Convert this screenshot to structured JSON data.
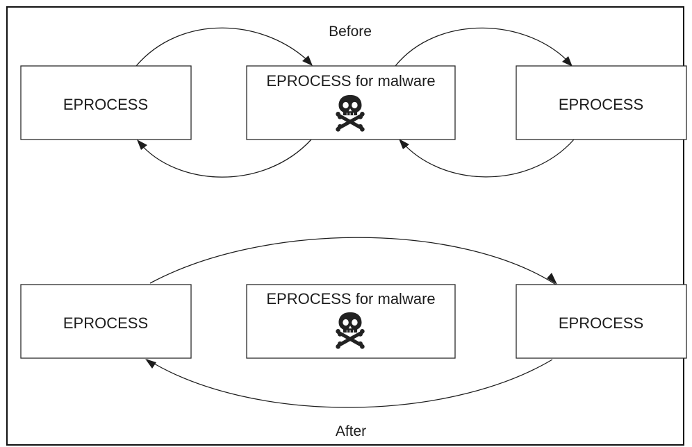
{
  "before_section": {
    "caption": "Before",
    "nodes": [
      {
        "id": "eprocess-1",
        "label": "EPROCESS",
        "malicious": false
      },
      {
        "id": "eprocess-malware",
        "label": "EPROCESS for malware",
        "malicious": true,
        "icon": "skull-crossbones-icon"
      },
      {
        "id": "eprocess-3",
        "label": "EPROCESS",
        "malicious": false
      }
    ],
    "links": [
      {
        "from": "eprocess-1",
        "to": "eprocess-malware",
        "direction": "forward"
      },
      {
        "from": "eprocess-malware",
        "to": "eprocess-3",
        "direction": "forward"
      },
      {
        "from": "eprocess-malware",
        "to": "eprocess-1",
        "direction": "backward"
      },
      {
        "from": "eprocess-3",
        "to": "eprocess-malware",
        "direction": "backward"
      }
    ]
  },
  "after_section": {
    "caption": "After",
    "nodes": [
      {
        "id": "eprocess-1",
        "label": "EPROCESS",
        "malicious": false
      },
      {
        "id": "eprocess-malware",
        "label": "EPROCESS for malware",
        "malicious": true,
        "icon": "skull-crossbones-icon"
      },
      {
        "id": "eprocess-3",
        "label": "EPROCESS",
        "malicious": false
      }
    ],
    "links": [
      {
        "from": "eprocess-1",
        "to": "eprocess-3",
        "direction": "forward"
      },
      {
        "from": "eprocess-3",
        "to": "eprocess-1",
        "direction": "backward"
      }
    ]
  },
  "colors": {
    "stroke": "#1c1c1c",
    "icon": "#222222",
    "background": "#ffffff"
  }
}
